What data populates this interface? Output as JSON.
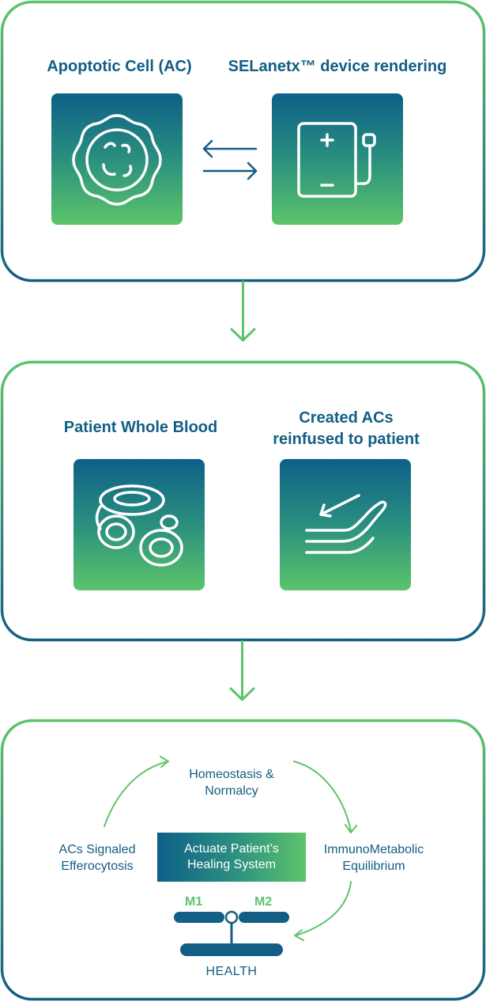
{
  "colors": {
    "frame_green": "#5cc46b",
    "frame_blue": "#125e84",
    "tile_top": "#0d6088",
    "tile_bottom": "#5cc46b",
    "text_blue": "#125e84",
    "accent_green": "#5cc46b"
  },
  "panel1": {
    "left_label": "Apoptotic Cell (AC)",
    "right_label": "SELanetx™ device rendering",
    "left_icon": "apoptotic-cell-icon",
    "right_icon": "device-icon",
    "arrows": "bidirectional-arrows-icon"
  },
  "panel2": {
    "left_label": "Patient Whole Blood",
    "right_label_line1": "Created ACs",
    "right_label_line2": "reinfused to patient",
    "left_icon": "blood-cells-icon",
    "right_icon": "reinfusion-arm-icon"
  },
  "panel3": {
    "top_line1": "Homeostasis &",
    "top_line2": "Normalcy",
    "left_line1": "ACs Signaled",
    "left_line2": "Efferocytosis",
    "right_line1": "ImmunoMetabolic",
    "right_line2": "Equilibrium",
    "center_line1": "Actuate Patient’s",
    "center_line2": "Healing System",
    "m1": "M1",
    "m2": "M2",
    "health": "HEALTH",
    "balance_icon": "balance-scale-icon"
  }
}
